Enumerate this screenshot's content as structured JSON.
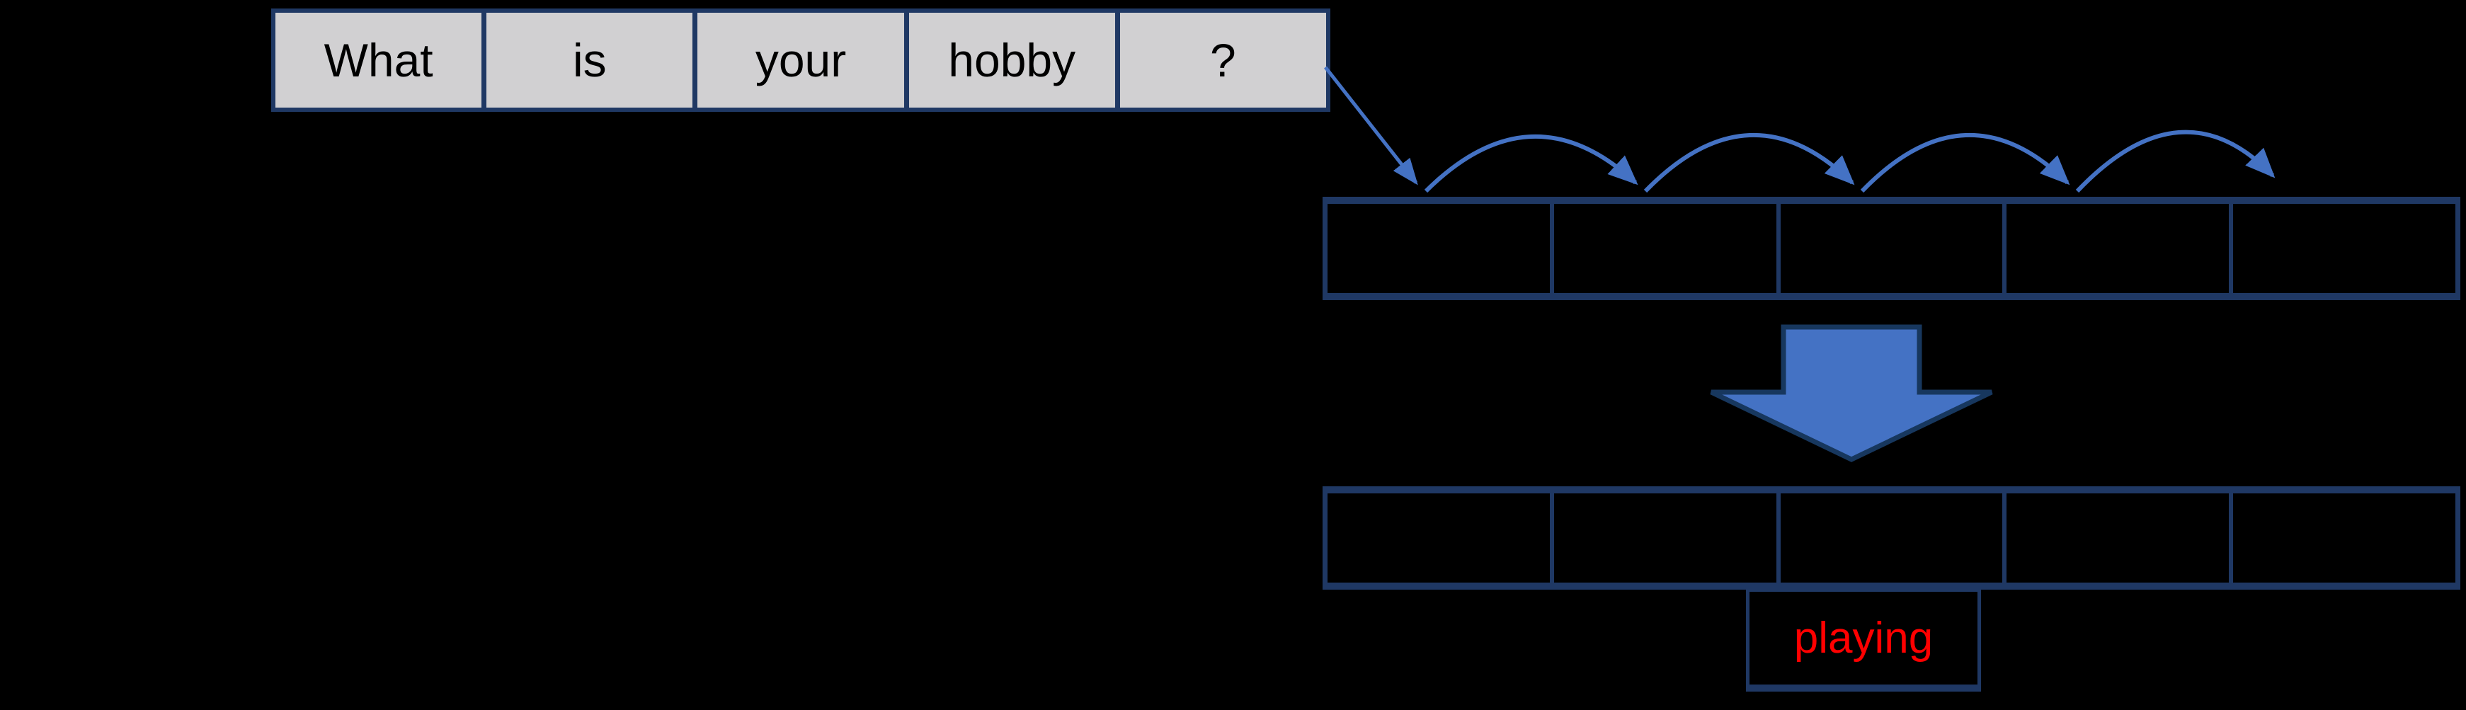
{
  "diagram": {
    "input_sentence": {
      "words": [
        "What",
        "is",
        "your",
        "hobby",
        "?"
      ]
    },
    "hidden_state_row": {
      "cell_count": 5,
      "cell_values": [
        "",
        "",
        "",
        "",
        ""
      ]
    },
    "output_row": {
      "cell_count": 5,
      "cell_values": [
        "",
        "",
        "",
        "",
        ""
      ]
    },
    "prediction": {
      "label": "playing"
    }
  },
  "icons": {
    "sequence_feed_arrow": "thin-diagonal-arrow",
    "recurrence_hops": "curved-hop-arrows",
    "transform_arrow": "big-down-block-arrow"
  },
  "colors": {
    "background": "#000000",
    "accent_blue": "#4472C4",
    "border_navy": "#1F3864",
    "arrow_outline": "#17375E",
    "word_box_fill": "#D1D0D2",
    "word_text": "#000000",
    "prediction_red": "#FF0000"
  }
}
